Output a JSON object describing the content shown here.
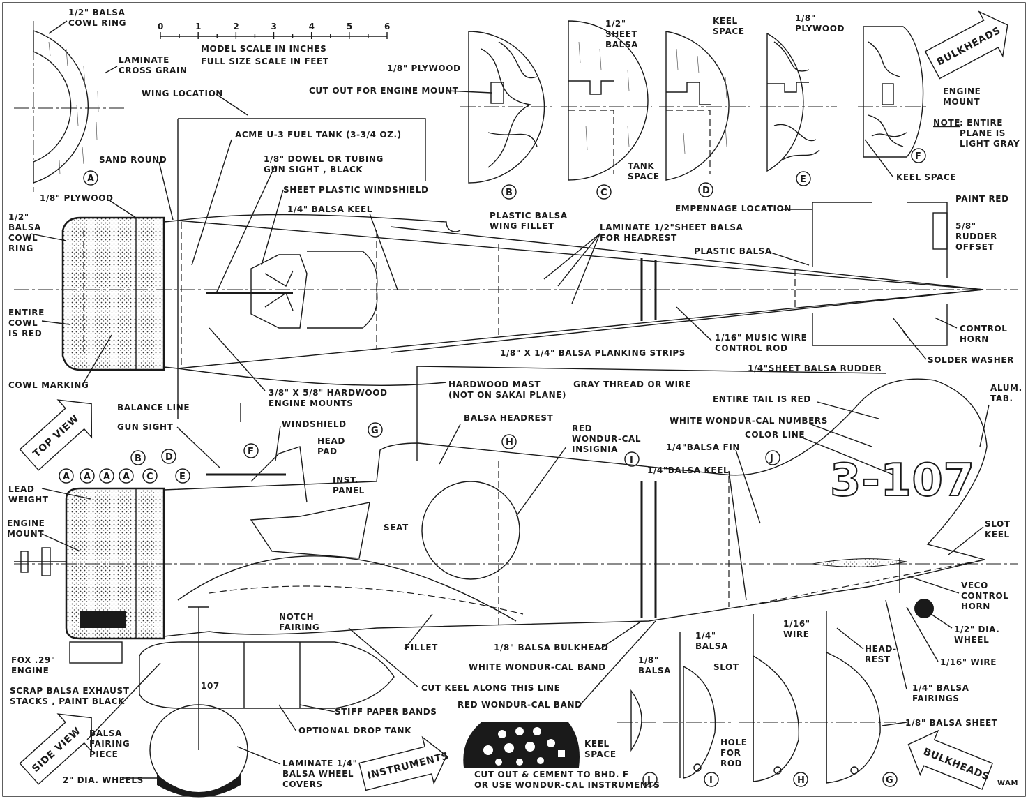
{
  "scale": {
    "ticks": [
      "0",
      "1",
      "2",
      "3",
      "4",
      "5",
      "6"
    ],
    "line1": "MODEL SCALE IN INCHES",
    "line2": "FULL SIZE SCALE IN FEET"
  },
  "arrows": {
    "bulkheads_top": "BULKHEADS",
    "top_view": "TOP VIEW",
    "side_view": "SIDE VIEW",
    "instruments": "INSTRUMENTS",
    "bulkheads_bottom": "BULKHEADS"
  },
  "markers": {
    "A": "A",
    "B": "B",
    "C": "C",
    "D": "D",
    "E": "E",
    "F": "F",
    "G": "G",
    "H": "H",
    "I": "I",
    "J": "J"
  },
  "labels": {
    "cowl_ring_a": "1/2\" BALSA\nCOWL RING",
    "laminate_cross": "LAMINATE\nCROSS GRAIN",
    "wing_location": "WING LOCATION",
    "acme_tank": "ACME U-3 FUEL TANK (3-3/4 OZ.)",
    "dowel_gunsight": "1/8\" DOWEL OR TUBING\nGUN SIGHT , BLACK",
    "sheet_plastic_windshield": "SHEET PLASTIC WINDSHIELD",
    "balsa_keel_top": "1/4\" BALSA KEEL",
    "sand_round": "SAND ROUND",
    "plywood_top": "1/8\" PLYWOOD",
    "cowl_ring_top": "1/2\"\nBALSA\nCOWL\nRING",
    "entire_cowl_red": "ENTIRE\nCOWL\nIS RED",
    "cowl_marking": "COWL MARKING",
    "hardwood_mounts": "3/8\" X 5/8\" HARDWOOD\nENGINE MOUNTS",
    "planking_strips": "1/8\" X 1/4\" BALSA PLANKING STRIPS",
    "plastic_balsa_fillet": "PLASTIC BALSA\nWING FILLET",
    "laminate_headrest": "LAMINATE 1/2\"SHEET BALSA\nFOR HEADREST",
    "empennage_location": "EMPENNAGE LOCATION",
    "paint_red": "PAINT RED",
    "rudder_offset": "5/8\"\nRUDDER\nOFFSET",
    "plastic_balsa": "PLASTIC BALSA",
    "music_wire": "1/16\" MUSIC WIRE\nCONTROL ROD",
    "control_horn_top": "CONTROL\nHORN",
    "solder_washer": "SOLDER WASHER",
    "plywood_b": "1/8\" PLYWOOD",
    "cut_out_mount": "CUT OUT FOR ENGINE MOUNT",
    "sheet_balsa_c": "1/2\"\nSHEET\nBALSA",
    "tank_space": "TANK\nSPACE",
    "keel_space_d": "KEEL\nSPACE",
    "plywood_e": "1/8\"\nPLYWOOD",
    "engine_mount_f": "ENGINE\nMOUNT",
    "note_label": "NOTE",
    "note_text": ": ENTIRE\nPLANE IS\nLIGHT GRAY",
    "keel_space_f": "KEEL SPACE",
    "balance_line": "BALANCE LINE",
    "gun_sight": "GUN SIGHT",
    "windshield": "WINDSHIELD",
    "hardwood_mast": "HARDWOOD MAST\n(NOT ON SAKAI PLANE)",
    "gray_thread": "GRAY THREAD OR WIRE",
    "sheet_rudder": "1/4\"SHEET BALSA RUDDER",
    "balsa_headrest": "BALSA HEADREST",
    "head_pad": "HEAD\nPAD",
    "inst_panel": "INST.\nPANEL",
    "seat": "SEAT",
    "red_insignia": "RED\nWONDUR-CAL\nINSIGNIA",
    "entire_tail_red": "ENTIRE TAIL IS RED",
    "white_numbers": "WHITE WONDUR-CAL NUMBERS",
    "color_line": "COLOR LINE",
    "balsa_fin": "1/4\"BALSA FIN",
    "balsa_keel_side": "1/4\"BALSA KEEL",
    "alum_tab": "ALUM.\nTAB.",
    "slot_keel": "SLOT\nKEEL",
    "veco_horn": "VECO\nCONTROL\nHORN",
    "wheel_dia": "1/2\" DIA.\nWHEEL",
    "wire_16_right": "1/16\" WIRE",
    "lead_weight": "LEAD\nWEIGHT",
    "engine_mount_side": "ENGINE\nMOUNT",
    "fox_engine": "FOX .29\"\nENGINE",
    "exhaust_stacks": "SCRAP BALSA EXHAUST\nSTACKS , PAINT BLACK",
    "balsa_fairing": "BALSA\nFAIRING\nPIECE",
    "wheels_dia": "2\" DIA. WHEELS",
    "notch_fairing": "NOTCH\nFAIRING",
    "fillet": "FILLET",
    "balsa_bulkhead": "1/8\" BALSA BULKHEAD",
    "white_band": "WHITE WONDUR-CAL BAND",
    "cut_keel": "CUT KEEL ALONG THIS LINE",
    "red_band": "RED WONDUR-CAL BAND",
    "stiff_paper": "STIFF PAPER BANDS",
    "drop_tank": "OPTIONAL DROP TANK",
    "wheel_covers": "LAMINATE 1/4\"\nBALSA WHEEL\nCOVERS",
    "cutout_cement": "CUT OUT & CEMENT TO BHD. F\nOR USE WONDUR-CAL INSTRUMENTS",
    "balsa_18_j": "1/8\"\nBALSA",
    "keel_space_j": "KEEL\nSPACE",
    "balsa_14_i": "1/4\"\nBALSA",
    "slot": "SLOT",
    "hole_for_rod": "HOLE\nFOR\nROD",
    "wire_16_h": "1/16\"\nWIRE",
    "head_rest": "HEAD-\nREST",
    "balsa_fairings": "1/4\" BALSA\nFAIRINGS",
    "balsa_sheet_g": "1/8\" BALSA SHEET",
    "tail_number": "3-107",
    "tank_number": "107",
    "signature": "WAM"
  }
}
